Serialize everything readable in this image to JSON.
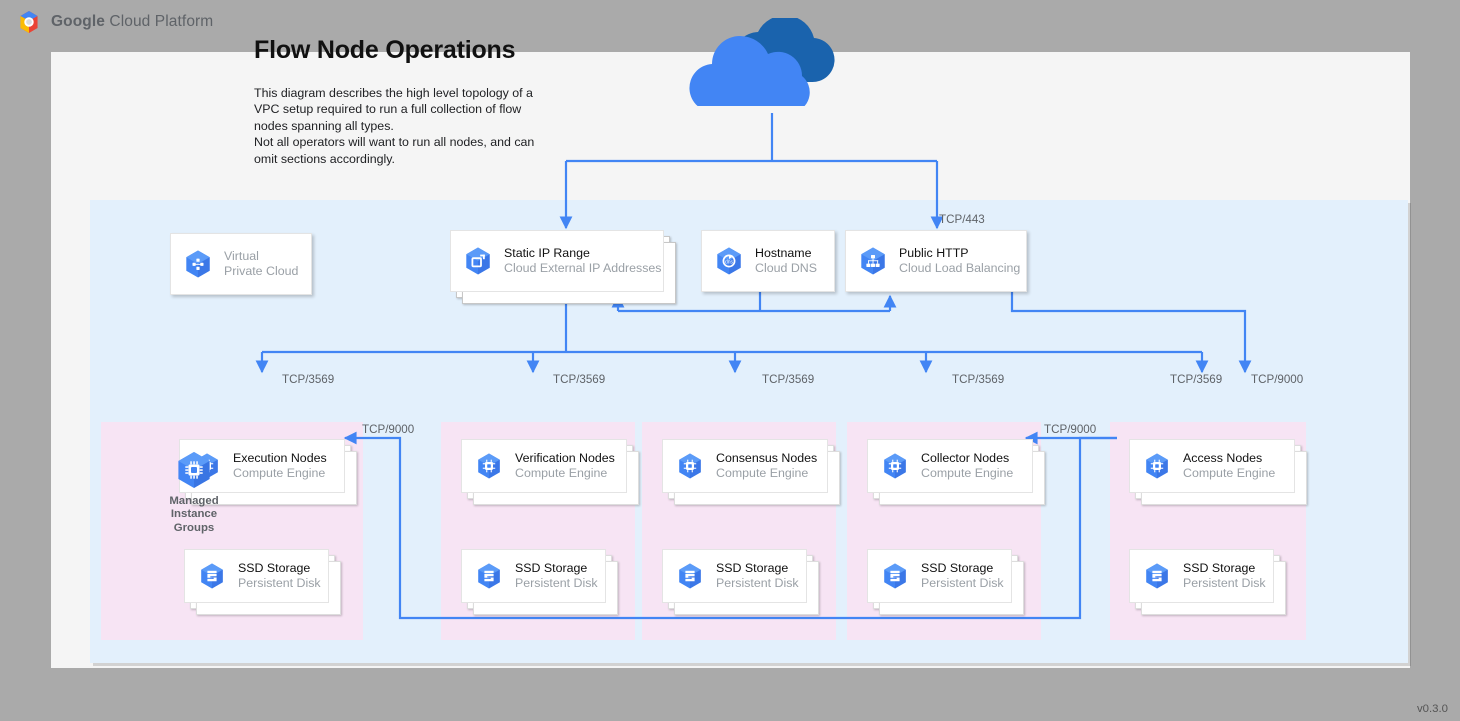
{
  "header": {
    "brand_bold": "Google",
    "brand_rest": " Cloud Platform",
    "logo_icon": "gcp-hexagon-logo-icon"
  },
  "title": "Flow Node Operations",
  "description": "This diagram describes the high level topology of a VPC setup required to run a full collection of flow nodes spanning all types.\nNot all operators will want to run all nodes, and can omit sections accordingly.",
  "version": "v0.3.0",
  "colors": {
    "page_background": "#aaaaaa",
    "canvas": "#f5f5f5",
    "vpc_region": "#e3f0fc",
    "node_group": "#f7e4f4",
    "connector": "#4285f4",
    "gcp_blue": "#4285f4",
    "title_text": "#111111",
    "muted_text": "#9aa0a6"
  },
  "internet": {
    "name": "internet-cloud",
    "icon": "cloud-icon"
  },
  "top_row": [
    {
      "id": "virtual-private-cloud",
      "title": "Virtual",
      "subtitle": "Private Cloud",
      "icon": "vpc-icon",
      "muted_title": true,
      "stacked": false
    },
    {
      "id": "static-ip-range",
      "title": "Static IP Range",
      "subtitle": "Cloud External IP Addresses",
      "icon": "cloud-external-ip-icon",
      "muted_title": false,
      "stacked": true
    },
    {
      "id": "hostname",
      "title": "Hostname",
      "subtitle": "Cloud DNS",
      "icon": "cloud-dns-icon",
      "muted_title": false,
      "stacked": false
    },
    {
      "id": "public-http",
      "title": "Public HTTP",
      "subtitle": "Cloud Load Balancing",
      "icon": "cloud-load-balancing-icon",
      "muted_title": false,
      "stacked": false
    }
  ],
  "managed_instance_groups": {
    "label": "Managed\nInstance\nGroups",
    "icon": "managed-instance-group-icon"
  },
  "node_groups": [
    {
      "id": "execution",
      "node": {
        "title": "Execution Nodes",
        "subtitle": "Compute Engine",
        "icon": "compute-engine-icon"
      },
      "storage": {
        "title": "SSD Storage",
        "subtitle": "Persistent Disk",
        "icon": "persistent-disk-icon"
      },
      "inbound_port": "TCP/3569"
    },
    {
      "id": "verification",
      "node": {
        "title": "Verification Nodes",
        "subtitle": "Compute Engine",
        "icon": "compute-engine-icon"
      },
      "storage": {
        "title": "SSD Storage",
        "subtitle": "Persistent Disk",
        "icon": "persistent-disk-icon"
      },
      "inbound_port": "TCP/3569"
    },
    {
      "id": "consensus",
      "node": {
        "title": "Consensus Nodes",
        "subtitle": "Compute Engine",
        "icon": "compute-engine-icon"
      },
      "storage": {
        "title": "SSD Storage",
        "subtitle": "Persistent Disk",
        "icon": "persistent-disk-icon"
      },
      "inbound_port": "TCP/3569"
    },
    {
      "id": "collector",
      "node": {
        "title": "Collector Nodes",
        "subtitle": "Compute Engine",
        "icon": "compute-engine-icon"
      },
      "storage": {
        "title": "SSD Storage",
        "subtitle": "Persistent Disk",
        "icon": "persistent-disk-icon"
      },
      "inbound_port": "TCP/3569"
    },
    {
      "id": "access",
      "node": {
        "title": "Access Nodes",
        "subtitle": "Compute Engine",
        "icon": "compute-engine-icon"
      },
      "storage": {
        "title": "SSD Storage",
        "subtitle": "Persistent Disk",
        "icon": "persistent-disk-icon"
      },
      "inbound_port": "TCP/3569"
    }
  ],
  "port_labels": {
    "lb_https": "TCP/443",
    "access_extra": "TCP/9000",
    "access_to_collector": "TCP/9000",
    "access_to_execution": "TCP/9000"
  }
}
